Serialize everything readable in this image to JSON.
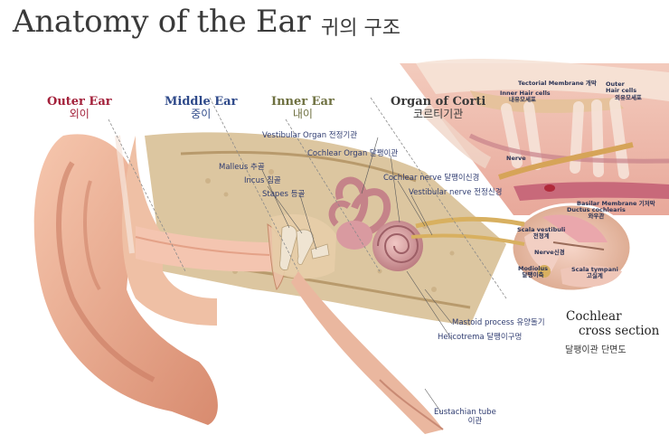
{
  "title": {
    "english": "Anatomy of the Ear",
    "korean": "귀의 구조"
  },
  "sections": {
    "outer_ear": {
      "en": "Outer Ear",
      "ko": "외이",
      "color": "#a3203a"
    },
    "middle_ear": {
      "en": "Middle Ear",
      "ko": "중이",
      "color": "#2f4a8a"
    },
    "inner_ear": {
      "en": "Inner Ear",
      "ko": "내이",
      "color": "#6e7040"
    },
    "organ_of_corti": {
      "en": "Organ of Corti",
      "ko": "코르티기관",
      "color": "#3a3a3a"
    }
  },
  "labels": {
    "vestibular_organ": "Vestibular Organ 전정기관",
    "cochlear_organ": "Cochlear Organ 달팽이관",
    "malleus": "Malleus 추골",
    "incus": "Incus 침골",
    "stapes": "Stapes 등골",
    "cochlear_nerve": "Cochlear nerve 달팽이신경",
    "vestibular_nerve": "Vestibular nerve 전정신경",
    "mastoid_process": "Mastoid process 유양돌기",
    "helicotrema": "Helicotrema 달팽이구멍",
    "eustachian_tube_en": "Eustachian tube",
    "eustachian_tube_ko": "이관"
  },
  "corti_labels": {
    "tectorial_membrane": "Tectorial Membrane 개막",
    "inner_hair_cells_en": "Inner Hair cells",
    "inner_hair_cells_ko": "내유모세포",
    "outer_en": "Outer",
    "outer_hair_cells": "Hair cells",
    "outer_hair_cells_ko": "외유모세포",
    "nerve": "Nerve",
    "basilar_membrane": "Basilar Membrane 기저막"
  },
  "cross_section": {
    "title_line1": "Cochlear",
    "title_line2": "cross section",
    "korean": "달팽이관 단면도",
    "ductus_cochlearis_en": "Ductus cochlearis",
    "ductus_cochlearis_ko": "와우관",
    "scala_vestibuli_en": "Scala vestibuli",
    "scala_vestibuli_ko": "전정계",
    "nerve": "Nerve신경",
    "modiolus_en": "Modiolus",
    "modiolus_ko": "달팽이축",
    "scala_tympani_en": "Scala tympani",
    "scala_tympani_ko": "고실계"
  },
  "colors": {
    "skin": "#f0b59a",
    "skin_dark": "#d98a6e",
    "bone": "#dcc6a0",
    "bone_dark": "#b89a6c",
    "membrane": "#e9a9a9",
    "nerve": "#d8b060",
    "text_blue": "#2e3b70"
  }
}
